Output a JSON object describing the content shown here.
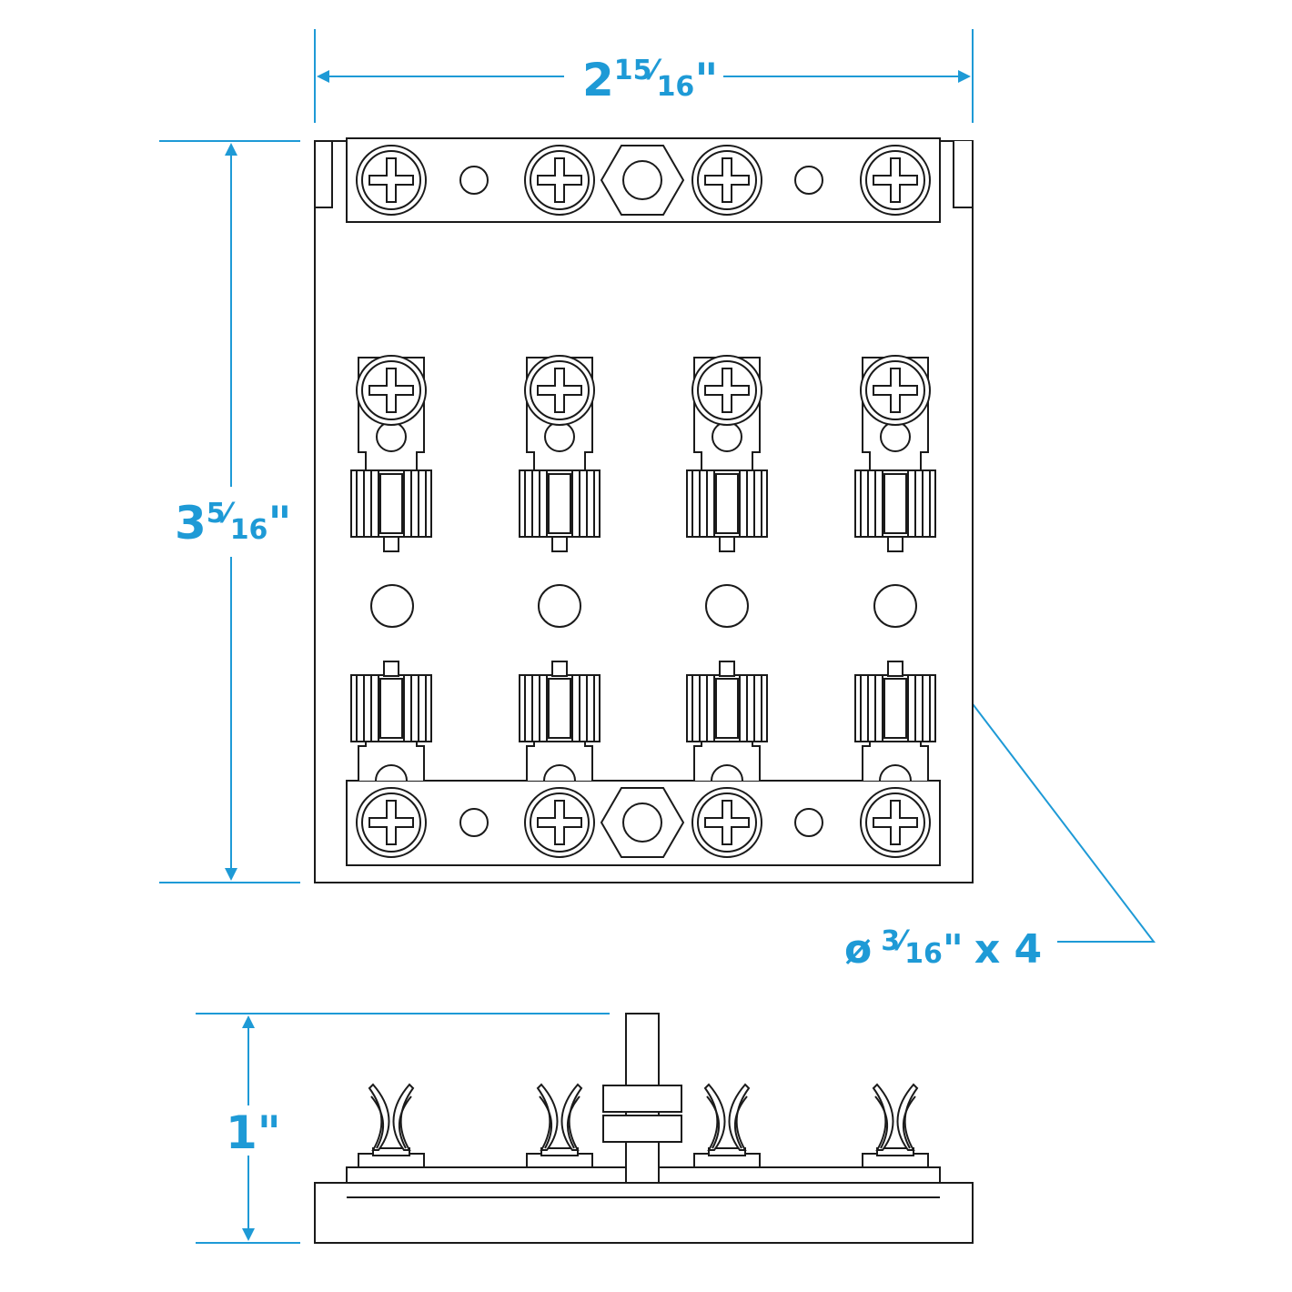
{
  "colors": {
    "dimension": "#1e9ad6",
    "outline": "#1a1a1a",
    "background": "#ffffff"
  },
  "dimensions": {
    "width": {
      "whole": "2",
      "numerator": "15",
      "denominator": "16",
      "unit": "\""
    },
    "height": {
      "whole": "3",
      "numerator": "5",
      "denominator": "16",
      "unit": "\""
    },
    "depth": {
      "whole": "1",
      "unit": "\""
    },
    "hole": {
      "symbol": "ø",
      "numerator": "3",
      "denominator": "16",
      "unit": "\"",
      "count": "x 4"
    }
  },
  "components": {
    "fuse_positions": 4,
    "bus_bars": [
      "top-bus-bar",
      "bottom-bus-bar"
    ],
    "mounting_holes": 4
  }
}
